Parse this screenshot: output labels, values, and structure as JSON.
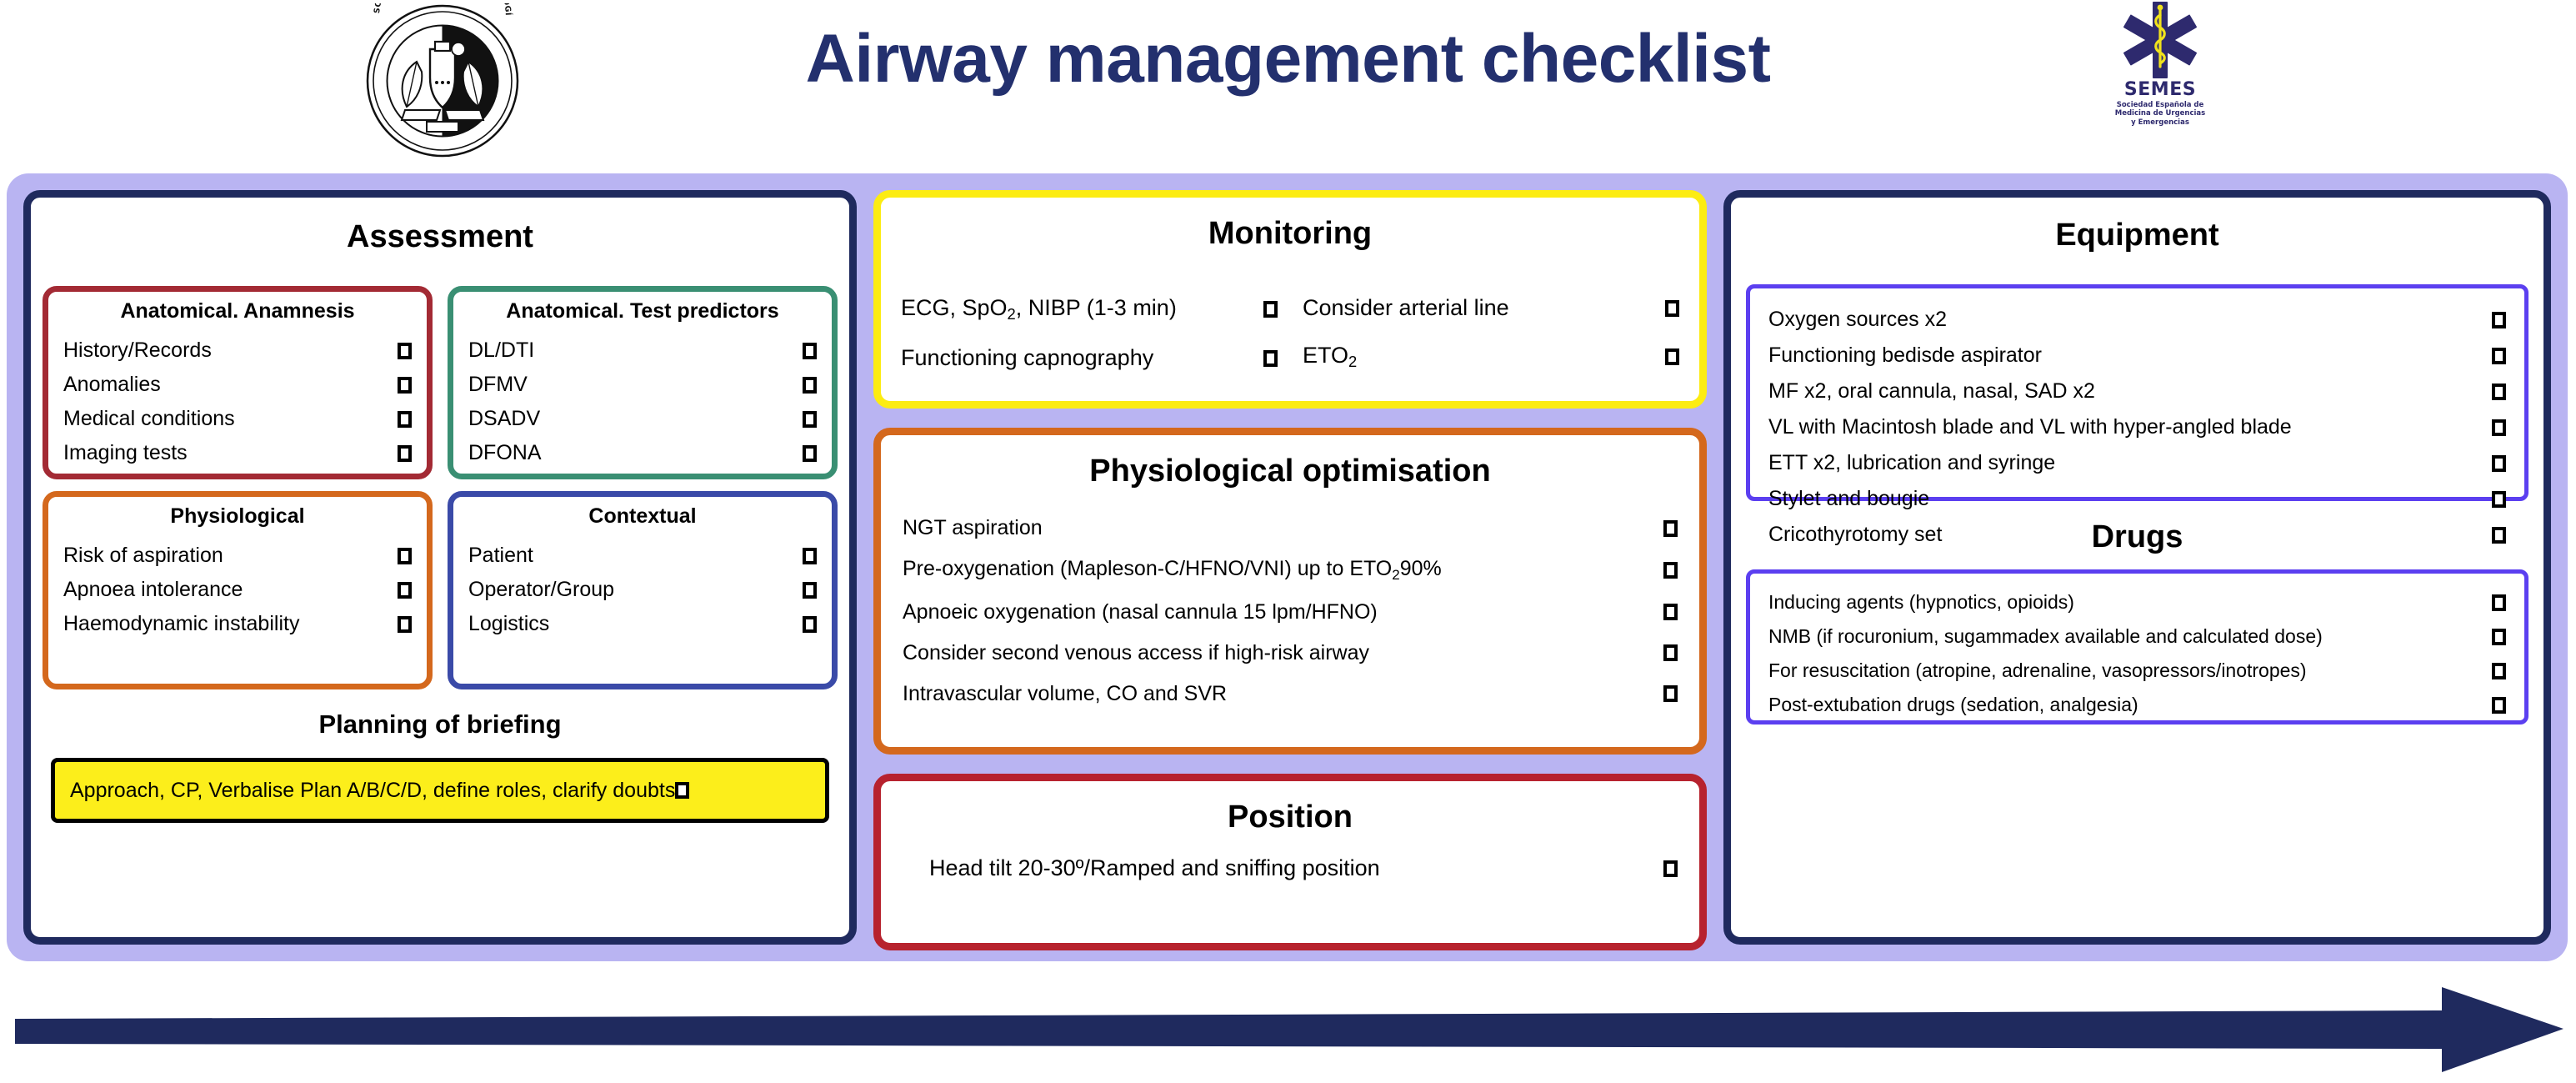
{
  "header": {
    "title": "Airway management checklist",
    "title_color": "#23306e",
    "left_logo": {
      "name": "sedar-seal-logo",
      "text": "SOCIEDAD ESPAÑOLA DE ANESTESIOLOGÍA, REANIMACIÓN Y TERAPÉUTICA DEL DOLOR"
    },
    "right_logo": {
      "name": "semes-logo",
      "acronym": "SEMES",
      "line1": "Sociedad Española de",
      "line2": "Medicina de Urgencias",
      "line3": "y Emergencias",
      "color": "#2e2a6e",
      "star_color": "#2e2a6e",
      "rod_color": "#f0e21c"
    }
  },
  "colors": {
    "panel_background": "#b9b4f2",
    "navy": "#1f2a5e",
    "yellow": "#fcec12",
    "orange": "#d4681d",
    "red": "#b7222e",
    "dark_red": "#a32a34",
    "green": "#3a8f73",
    "blue": "#3a4aa8",
    "violet": "#5b3ff0",
    "highlight_yellow": "#fcee1b"
  },
  "columns": {
    "left": {
      "title": "Assessment",
      "subsections": [
        {
          "title": "Anatomical.  Anamnesis",
          "border_color": "#a32a34",
          "items": [
            {
              "label": "History/Records",
              "checked": false
            },
            {
              "label": "Anomalies",
              "checked": false
            },
            {
              "label": "Medical conditions",
              "checked": false
            },
            {
              "label": "Imaging tests",
              "checked": false
            }
          ]
        },
        {
          "title": "Anatomical. Test predictors",
          "border_color": "#3a8f73",
          "items": [
            {
              "label": "DL/DTI",
              "checked": false
            },
            {
              "label": "DFMV",
              "checked": false
            },
            {
              "label": "DSADV",
              "checked": false
            },
            {
              "label": "DFONA",
              "checked": false
            }
          ]
        },
        {
          "title": "Physiological",
          "border_color": "#d4681d",
          "items": [
            {
              "label": "Risk of aspiration",
              "checked": false
            },
            {
              "label": "Apnoea intolerance",
              "checked": false
            },
            {
              "label": "Haemodynamic instability",
              "checked": false
            }
          ]
        },
        {
          "title": "Contextual",
          "border_color": "#3a4aa8",
          "items": [
            {
              "label": "Patient",
              "checked": false
            },
            {
              "label": "Operator/Group",
              "checked": false
            },
            {
              "label": "Logistics",
              "checked": false
            }
          ]
        }
      ],
      "planning_title": "Planning of briefing",
      "briefing": {
        "label": "Approach, CP, Verbalise Plan A/B/C/D, define roles, clarify doubts",
        "checked": false,
        "background": "#fcee1b"
      }
    },
    "middle": {
      "monitoring": {
        "title": "Monitoring",
        "border_color": "#fcec12",
        "left_items": [
          {
            "label_html": "ECG, SpO<sub>2</sub>, NIBP (1-3 min)",
            "checked": false
          },
          {
            "label_html": "Functioning capnography",
            "checked": false
          }
        ],
        "right_items": [
          {
            "label_html": "Consider arterial line",
            "checked": false
          },
          {
            "label_html": "ETO<sub>2</sub>",
            "checked": false
          }
        ]
      },
      "physiological_optimisation": {
        "title": "Physiological optimisation",
        "border_color": "#d4681d",
        "items": [
          {
            "label_html": "NGT aspiration",
            "checked": false
          },
          {
            "label_html": "Pre-oxygenation (Mapleson-C/HFNO/VNI) up to ETO<sub>2</sub>90%",
            "checked": false
          },
          {
            "label_html": "Apnoeic oxygenation (nasal cannula 15 lpm/HFNO)",
            "checked": false
          },
          {
            "label_html": "Consider second venous access if high-risk airway",
            "checked": false
          },
          {
            "label_html": "Intravascular volume, CO and SVR",
            "checked": false
          }
        ]
      },
      "position": {
        "title": "Position",
        "border_color": "#b7222e",
        "items": [
          {
            "label_html": "Head tilt 20-30º/Ramped and sniffing position",
            "checked": false
          }
        ]
      }
    },
    "right": {
      "equipment": {
        "title": "Equipment",
        "border_color": "#5b3ff0",
        "items": [
          {
            "label": "Oxygen sources x2",
            "checked": false
          },
          {
            "label": "Functioning bedisde aspirator",
            "checked": false
          },
          {
            "label": "MF x2, oral cannula, nasal, SAD x2",
            "checked": false
          },
          {
            "label": "VL with Macintosh blade and VL with hyper-angled blade",
            "checked": false
          },
          {
            "label": "ETT x2, lubrication and syringe",
            "checked": false
          },
          {
            "label": "Stylet and bougie",
            "checked": false
          },
          {
            "label": "Cricothyrotomy set",
            "checked": false
          }
        ]
      },
      "drugs": {
        "title": "Drugs",
        "border_color": "#5b3ff0",
        "items": [
          {
            "label": "Inducing agents (hypnotics, opioids)",
            "checked": false
          },
          {
            "label": "NMB (if rocuronium, sugammadex available and calculated dose)",
            "checked": false
          },
          {
            "label": "For resuscitation (atropine, adrenaline, vasopressors/inotropes)",
            "checked": false
          },
          {
            "label": "Post-extubation drugs (sedation, analgesia)",
            "checked": false
          }
        ]
      }
    }
  },
  "footer": {
    "arrow": {
      "name": "timeline-arrow",
      "direction": "right",
      "color": "#1f2a5e"
    }
  }
}
